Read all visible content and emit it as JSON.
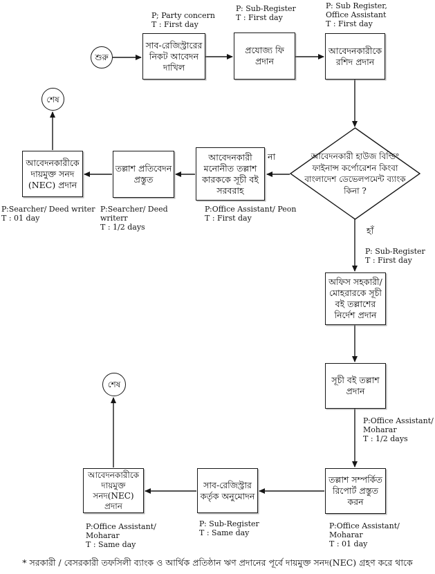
{
  "terminals": {
    "start": "শুরু",
    "end_top": "শেষ",
    "end_bottom": "শেষ"
  },
  "branch": {
    "no": "না",
    "yes": "হাঁ"
  },
  "steps": {
    "apply": {
      "text": "সাব-রেজিস্ট্রারের\nনিকট আবেদন\nদাখিল",
      "note": "P; Party concern\nT : First day"
    },
    "pay_fee": {
      "text": "প্রযোজ্য ফি প্রদান",
      "note": "P: Sub-Register\nT : First day"
    },
    "give_receipt": {
      "text": "আবেদনকারীকে\nরশিদ প্রদান",
      "note": "P: Sub Register,\nOffice Assistant\nT : First day"
    },
    "decision": {
      "text": "আবেদনকারী হাউজ বিল্ডিং\nফাইনান্স কর্পোরেশন কিংবা\nবাংলাদেশ ডেভেলপমেন্ট ব্যাংক\nকিনা ?"
    },
    "supply_index_book": {
      "text": "আবেদনকারী\nমনোনীত তল্লাশ\nকারককে সূচী বই\nসরবরাহ",
      "note": "P:Office Assistant/ Peon\nT : First day"
    },
    "prepare_search_report": {
      "text": "তল্লাশ প্রতিবেদন\nপ্রস্তুত",
      "note": "P:Searcher/ Deed\nwriterr\nT : 1/2 days"
    },
    "issue_nec_searcher": {
      "text": "আবেদনকারীকে\nদায়মুক্ত সনদ\n(NEC) প্রদান",
      "note": "P:Searcher/ Deed writer\nT : 01 day"
    },
    "yes_path_note": "P: Sub-Register\nT : First day",
    "instruct_search": {
      "text": "অফিস সহকারী/\nমোহরারকে সূচী\nবই তল্লাশের\nনির্দেশ প্রদান"
    },
    "provide_index_search": {
      "text": "সূচী বই তল্লাশ\nপ্রদান",
      "note": "P:Office Assistant/\nMoharar\nT : 1/2 days"
    },
    "prepare_report": {
      "text": "তল্লাশ সম্পর্কিত\nরিপোর্ট প্রস্তুত\nকরন",
      "note": "P:Office Assistant/\nMoharar\nT : 01 day"
    },
    "approval": {
      "text": "সাব-রেজিস্ট্রার\nকর্তৃক অনুমোদন",
      "note": "P: Sub-Register\nT : Same day"
    },
    "issue_nec_final": {
      "text": "আবেদনকারীকে\nদায়মুক্ত\nসনদ(NEC)\nপ্রদান",
      "note": "P:Office Assistant/\nMoharar\nT : Same day"
    }
  },
  "footnote": "* সরকারী / বেসরকারী তফসিলী ব্যাংক ও আর্থিক প্রতিষ্ঠান ঋণ প্রদানের পূর্বে দায়মুক্ত সনদ(NEC) গ্রহণ করে থাকে"
}
